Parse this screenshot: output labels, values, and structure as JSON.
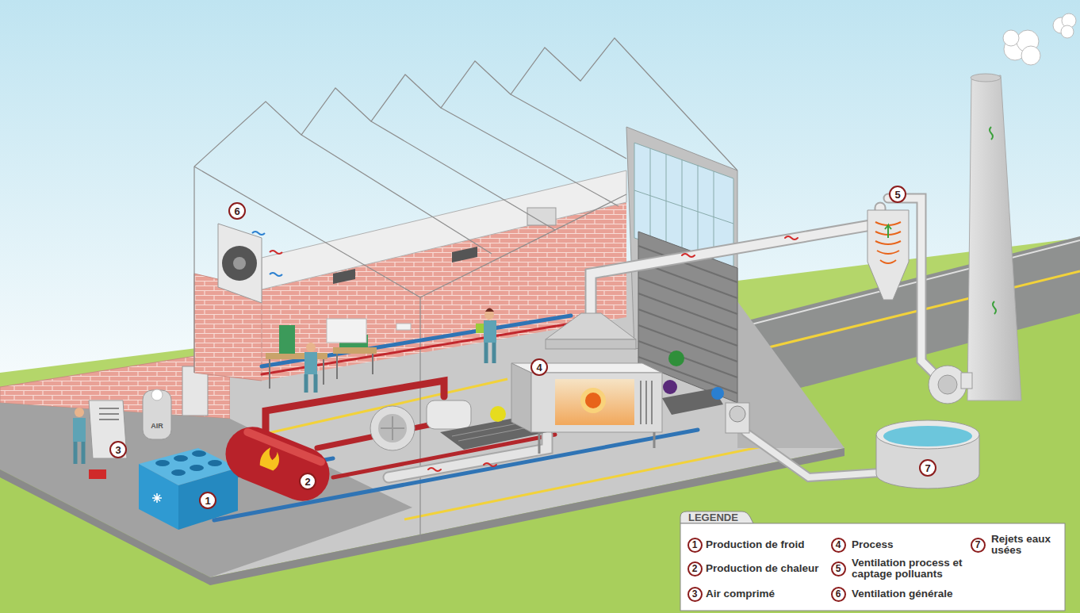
{
  "diagram": {
    "labels": [
      "6",
      "5",
      "4",
      "3",
      "AIR",
      "2",
      "1",
      "7",
      "LEGENDE",
      "1",
      "2",
      "3",
      "4",
      "5",
      "6",
      "7"
    ],
    "legend": [
      {
        "text": "Production de froid"
      },
      {
        "text": "Production de chaleur"
      },
      {
        "text": "Air comprimé"
      },
      {
        "text": "Process"
      },
      {
        "text": "Ventilation process et captage polluants"
      },
      {
        "text": "Ventilation générale"
      },
      {
        "text": "Rejets eaux usées"
      }
    ]
  }
}
